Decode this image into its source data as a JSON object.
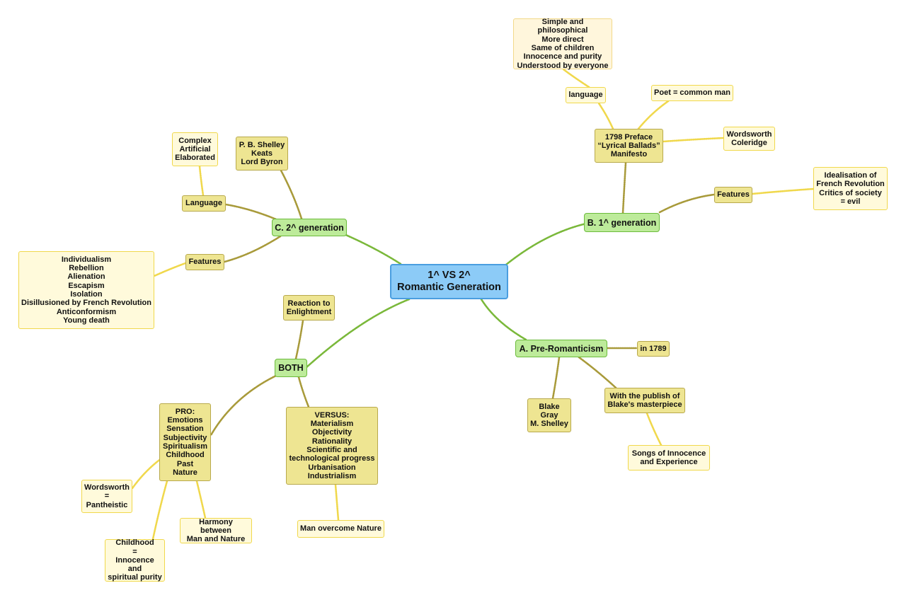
{
  "center": "1^ VS 2^\nRomantic Generation",
  "branch_a": {
    "title": "A. Pre-Romanticism",
    "date": "in 1789",
    "authors": "Blake\nGray\nM. Shelley",
    "publish": "With the publish of\nBlake's masterpiece",
    "work": "Songs of Innocence\nand Experience"
  },
  "branch_b": {
    "title": "B. 1^ generation",
    "preface": "1798 Preface\n“Lyrical Ballads”\nManifesto",
    "language": "language",
    "language_desc": "Simple and philosophical\nMore direct\nSame of children\nInnocence and purity\nUnderstood by everyone",
    "poet": "Poet = common man",
    "authors": "Wordsworth\nColeridge",
    "features": "Features",
    "features_desc": "Idealisation of\nFrench Revolution\nCritics of society\n= evil"
  },
  "branch_c": {
    "title": "C. 2^ generation",
    "authors": "P. B. Shelley\nKeats\nLord Byron",
    "language": "Language",
    "language_desc": "Complex\nArtificial\nElaborated",
    "features": "Features",
    "features_desc": "Individualism\nRebellion\nAlienation\nEscapism\nIsolation\nDisillusioned by French Revolution\nAnticonformism\nYoung death"
  },
  "branch_both": {
    "title": "BOTH",
    "reaction": "Reaction to\nEnlightment",
    "pro": "PRO:\nEmotions\nSensation\nSubjectivity\nSpiritualism\nChildhood\nPast\nNature",
    "versus": "VERSUS:\nMaterialism\nObjectivity\nRationality\nScientific and\ntechnological progress\nUrbanisation\nIndustrialism",
    "wordsworth": "Wordsworth\n=\nPantheistic",
    "childhood": "Childhood\n=\nInnocence and\nspiritual purity",
    "harmony": "Harmony between\nMan and Nature",
    "overcome": "Man overcome Nature"
  },
  "colors": {
    "central_fill": "#8ccbf7",
    "branch_fill": "#bdeb9a",
    "sub_fill": "#eee592",
    "leaf_fill": "#fffadb",
    "green_link": "#7ab83a",
    "olive_link": "#a89a3a",
    "yellow_link": "#f0d84c"
  }
}
